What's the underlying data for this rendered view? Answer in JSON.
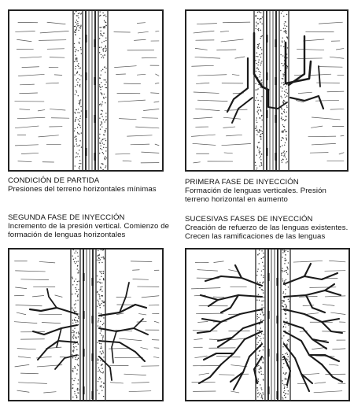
{
  "panels": [
    {
      "id": "partida",
      "title": "CONDICIÓN DE PARTIDA",
      "description": "Presiones del terreno horizontales mínimas",
      "stage": "initial"
    },
    {
      "id": "primera",
      "title": "PRIMERA FASE DE INYECCIÓN",
      "description": "Formación de lenguas verticales. Presión terreno horizontal en aumento",
      "stage": "vertical-tongues"
    },
    {
      "id": "segunda",
      "title": "SEGUNDA FASE DE INYECCIÓN",
      "description": "Incremento de la presión vertical. Comienzo de formación de lenguas horizontales",
      "stage": "horizontal-tongues"
    },
    {
      "id": "sucesivas",
      "title": "SUCESIVAS FASES DE INYECCIÓN",
      "description": "Creación de refuerzo de las lenguas existentes. Crecen las ramificaciones de las lenguas",
      "stage": "ramifications"
    }
  ],
  "colors": {
    "ink": "#1a1a1a",
    "paper": "#ffffff"
  }
}
